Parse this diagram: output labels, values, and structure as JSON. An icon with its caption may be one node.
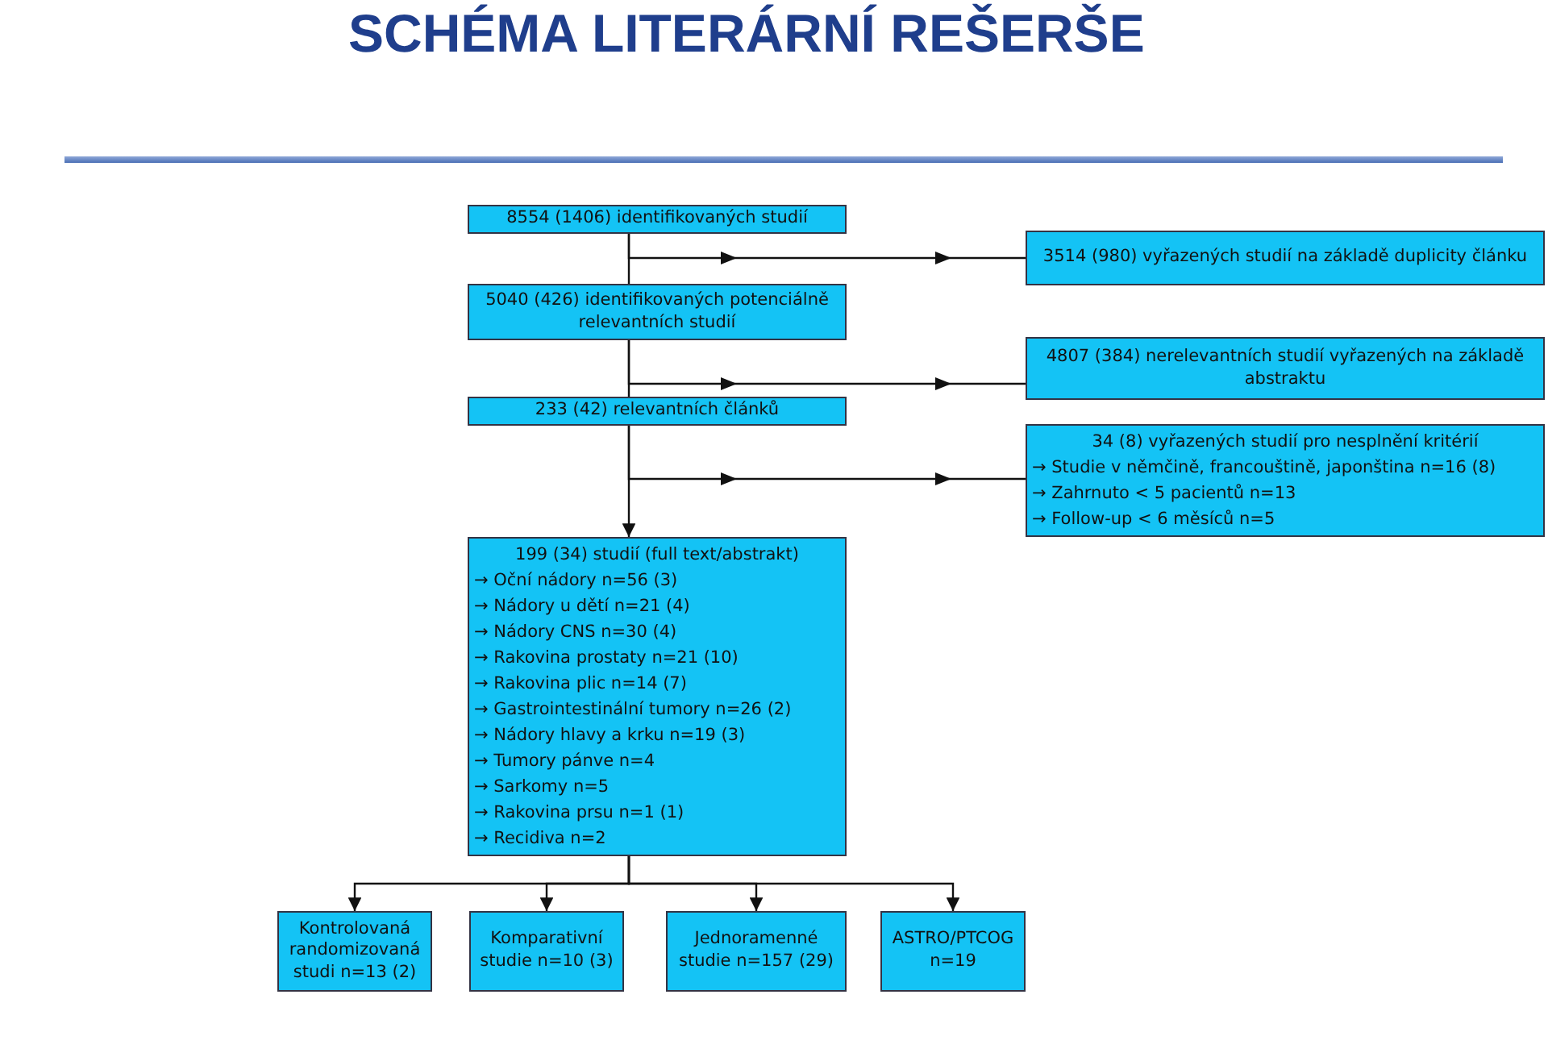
{
  "diagram": {
    "title": "SCHÉMA LITERÁRNÍ REŠERŠE",
    "nodes": [
      {
        "text": [
          "8554 (1406) identifikovaných studií"
        ]
      },
      {
        "text": [
          "3514 (980) vyřazených studií na základě duplicity článku"
        ]
      },
      {
        "text": [
          "5040 (426) identifikovaných potenciálně relevantních studií"
        ]
      },
      {
        "text": [
          "4807 (384) nerelevantních studií vyřazených na základě abstraktu"
        ]
      },
      {
        "text": [
          "233 (42) relevantních článků"
        ]
      },
      {
        "text": [
          "34 (8) vyřazených studií pro nesplnění kritérií",
          "→ Studie v němčině, francouštině, japonština n=16 (8)",
          "→ Zahrnuto < 5 pacientů n=13",
          "→ Follow-up < 6 měsíců n=5"
        ]
      },
      {
        "text": [
          "199 (34) studií (full text/abstrakt)",
          "→ Oční nádory n=56 (3)",
          "→ Nádory u dětí n=21 (4)",
          "→ Nádory CNS n=30 (4)",
          "→ Rakovina prostaty n=21 (10)",
          "→ Rakovina plic n=14 (7)",
          "→ Gastrointestinální tumory n=26 (2)",
          "→ Nádory hlavy a krku n=19 (3)",
          "→ Tumory pánve n=4",
          "→ Sarkomy n=5",
          "→ Rakovina prsu n=1 (1)",
          "→ Recidiva n=2"
        ]
      },
      {
        "text": [
          "Kontrolovaná randomizovaná studi n=13 (2)"
        ]
      },
      {
        "text": [
          "Komparativní studie n=10 (3)"
        ]
      },
      {
        "text": [
          "Jednoramenné studie n=157 (29)"
        ]
      },
      {
        "text": [
          "ASTRO/PTCOG n=19"
        ]
      }
    ],
    "edges": [
      {
        "from": 0,
        "to": 2,
        "arrow": "none"
      },
      {
        "from": 0,
        "to": 1,
        "arrow": "to"
      },
      {
        "from": 2,
        "to": 4,
        "arrow": "none"
      },
      {
        "from": 2,
        "to": 3,
        "arrow": "to"
      },
      {
        "from": 4,
        "to": 6,
        "arrow": "to"
      },
      {
        "from": 4,
        "to": 5,
        "arrow": "to"
      },
      {
        "from": 6,
        "to": 7,
        "arrow": "to"
      },
      {
        "from": 6,
        "to": 8,
        "arrow": "to"
      },
      {
        "from": 6,
        "to": 9,
        "arrow": "to"
      },
      {
        "from": 6,
        "to": 10,
        "arrow": "to"
      }
    ]
  }
}
